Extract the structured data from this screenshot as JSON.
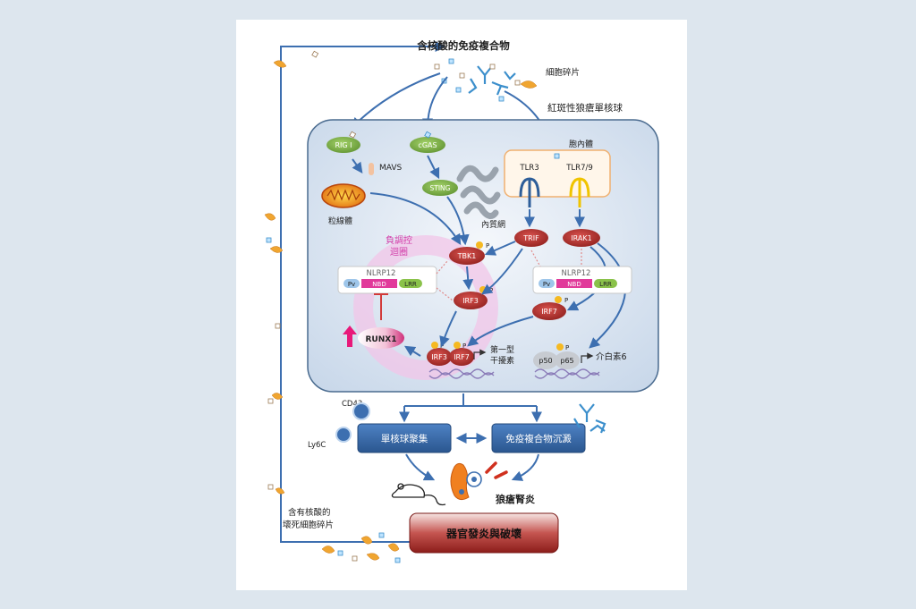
{
  "title": "含核酸的免疫複合物",
  "labels": {
    "cell_debris": "細胞碎片",
    "monocyte": "紅斑性狼瘡單核球",
    "endosome": "胞內體",
    "mavs": "MAVS",
    "mitochondria": "粒線體",
    "er": "內質網",
    "negative_loop_1": "負調控",
    "negative_loop_2": "迴圈",
    "type1_ifn_1": "第一型",
    "type1_ifn_2": "干擾素",
    "il6": "介白素6",
    "cd43": "CD43",
    "ly6c": "Ly6C",
    "lupus_nephritis": "狼瘡腎炎",
    "necrotic_debris_1": "含有核酸的",
    "necrotic_debris_2": "壞死細胞碎片",
    "phospho": "P"
  },
  "nodes": {
    "rig1": "RIG I",
    "cgas": "cGAS",
    "sting": "STING",
    "tlr3": "TLR3",
    "tlr79": "TLR7/9",
    "trif": "TRIF",
    "irak1": "IRAK1",
    "tbk1": "TBK1",
    "irf3": "IRF3",
    "irf7": "IRF7",
    "irf3_dna": "IRF3",
    "irf7_dna": "IRF7",
    "p50": "p50",
    "p65": "p65",
    "runx1": "RUNX1"
  },
  "nlrp12_left": {
    "title": "NLRP12",
    "pyd": "Pv",
    "nbd": "NBD",
    "lrr": "LRR"
  },
  "nlrp12_right": {
    "title": "NLRP12",
    "pyd": "Pv",
    "nbd": "NBD",
    "lrr": "LRR"
  },
  "boxes": {
    "monocyte_aggregation": "單核球聚集",
    "immune_complex_deposition": "免疫複合物沉澱",
    "organ_damage": "器官發炎與破壞"
  },
  "colors": {
    "arrow": "#3d6fb0",
    "node_red": "#b22c28",
    "node_green": "#7bb043",
    "box_blue": "#3566a8",
    "inhibit": "#d23a3a",
    "pink_halo": "#f2c6e8"
  }
}
